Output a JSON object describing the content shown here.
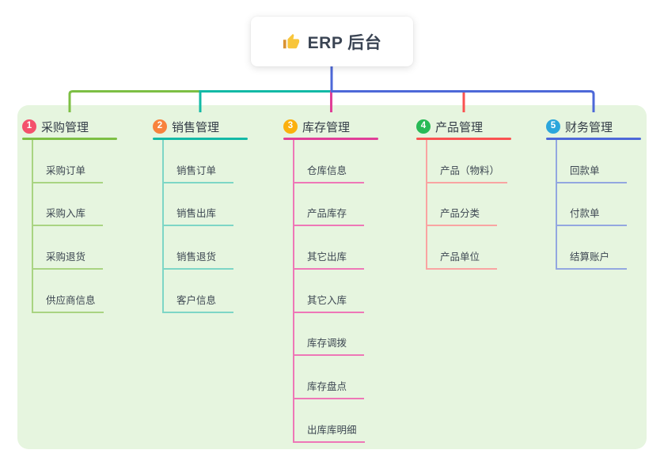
{
  "root": {
    "title": "ERP 后台",
    "icon": "thumbs-up"
  },
  "colors": {
    "trunk": "#4d68d8",
    "panel_bg": "#e6f5df",
    "card_bg": "#ffffff",
    "root_text": "#3a4453",
    "node_text": "#3d4752"
  },
  "branches": [
    {
      "index": "1",
      "label": "采购管理",
      "badge_color": "#f4516c",
      "line_color": "#7dbf44",
      "child_line_color": "#a9d482",
      "children": [
        "采购订单",
        "采购入库",
        "采购退货",
        "供应商信息"
      ]
    },
    {
      "index": "2",
      "label": "销售管理",
      "badge_color": "#f8823d",
      "line_color": "#13b9a6",
      "child_line_color": "#7dd6c6",
      "children": [
        "销售订单",
        "销售出库",
        "销售退货",
        "客户信息"
      ]
    },
    {
      "index": "3",
      "label": "库存管理",
      "badge_color": "#fbb00d",
      "line_color": "#e03f98",
      "child_line_color": "#ee77b7",
      "children": [
        "仓库信息",
        "产品库存",
        "其它出库",
        "其它入库",
        "库存调拨",
        "库存盘点",
        "出库库明细"
      ]
    },
    {
      "index": "4",
      "label": "产品管理",
      "badge_color": "#28ba56",
      "line_color": "#fa5251",
      "child_line_color": "#f9a4a2",
      "children": [
        "产品（物料）",
        "产品分类",
        "产品单位"
      ]
    },
    {
      "index": "5",
      "label": "财务管理",
      "badge_color": "#2ba6dc",
      "line_color": "#4d68d8",
      "child_line_color": "#93a7e0",
      "children": [
        "回款单",
        "付款单",
        "结算账户"
      ]
    }
  ]
}
